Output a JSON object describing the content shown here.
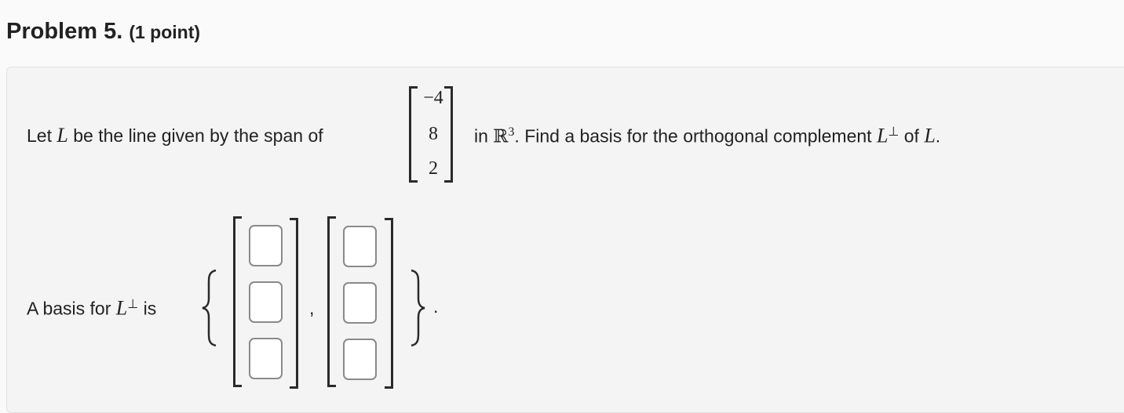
{
  "problem": {
    "title": "Problem 5.",
    "points": "(1 point)"
  },
  "statement": {
    "prefix": "Let",
    "var_L": "L",
    "middle": "be the line given by the span of",
    "vector": [
      "−4",
      "8",
      "2"
    ],
    "after_vector": "in",
    "space": "ℝ",
    "space_exp": "3",
    "suffix": ". Find a basis for the orthogonal complement",
    "perp": "⊥",
    "of": "of",
    "end": "."
  },
  "answer": {
    "prefix": "A basis for",
    "var_L": "L",
    "perp": "⊥",
    "is": "is",
    "comma": ",",
    "period": ".",
    "vectors": [
      [
        "",
        "",
        ""
      ],
      [
        "",
        "",
        ""
      ]
    ]
  }
}
